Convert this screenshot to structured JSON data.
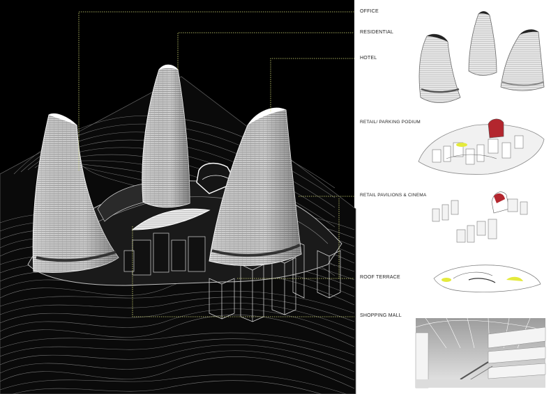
{
  "labels": {
    "office": "OFFICE",
    "residential": "RESIDENTIAL",
    "hotel": "HOTEL",
    "retail_parking_podium": "RETAIL/ PARKING PODIUM",
    "retail_pavilions_cinema": "RETAIL PAVILIONS & CINEMA",
    "roof_terrace": "ROOF TERRACE",
    "shopping_mall": "SHOPPING MALL"
  },
  "colors": {
    "background_dark": "#000000",
    "panel_light": "#ffffff",
    "leader_line": "#d8df7a",
    "tower_fill": "#d9d9d9",
    "accent_red": "#b3262e",
    "accent_yellow": "#e4ea3c"
  },
  "icons": [
    "office-tower-icon",
    "residential-tower-icon",
    "hotel-tower-icon"
  ]
}
